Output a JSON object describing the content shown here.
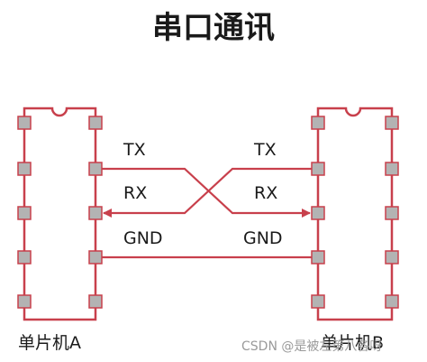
{
  "title": "串口通讯",
  "colors": {
    "line": "#c8404c",
    "pin": "#b3b3b3",
    "text": "#1a1a1a",
    "watermark": "#9a9a9a"
  },
  "chips": [
    {
      "label": "单片机A"
    },
    {
      "label": "单片机B"
    }
  ],
  "signals": {
    "left": [
      "TX",
      "RX",
      "GND"
    ],
    "right": [
      "TX",
      "RX",
      "GND"
    ]
  },
  "watermark": "CSDN @是被左第八各呀"
}
